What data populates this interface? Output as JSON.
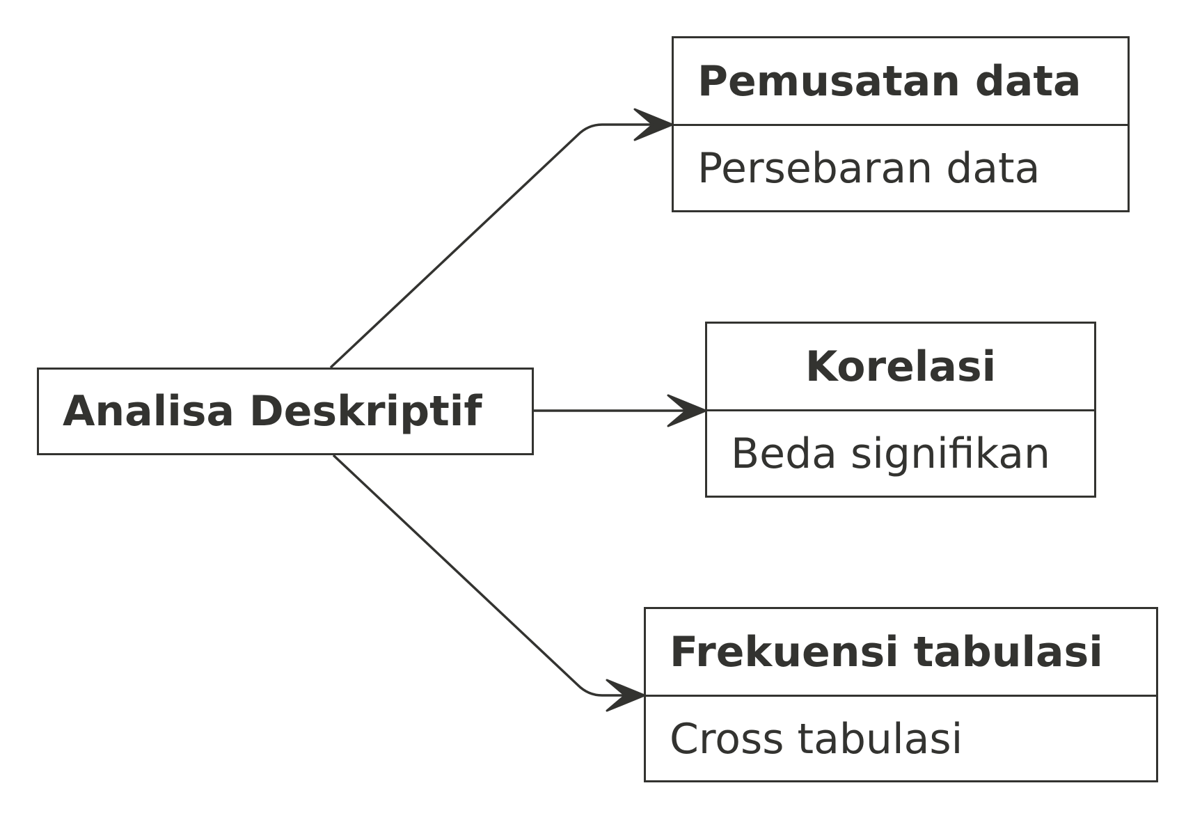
{
  "root": {
    "label": "Analisa Deskriptif"
  },
  "nodes": [
    {
      "title": "Pemusatan data",
      "body": "Persebaran data"
    },
    {
      "title": "Korelasi",
      "body": "Beda signifikan"
    },
    {
      "title": "Frekuensi tabulasi",
      "body": "Cross tabulasi"
    }
  ],
  "colors": {
    "stroke": "#333330",
    "text": "#333330",
    "background": "#ffffff"
  }
}
